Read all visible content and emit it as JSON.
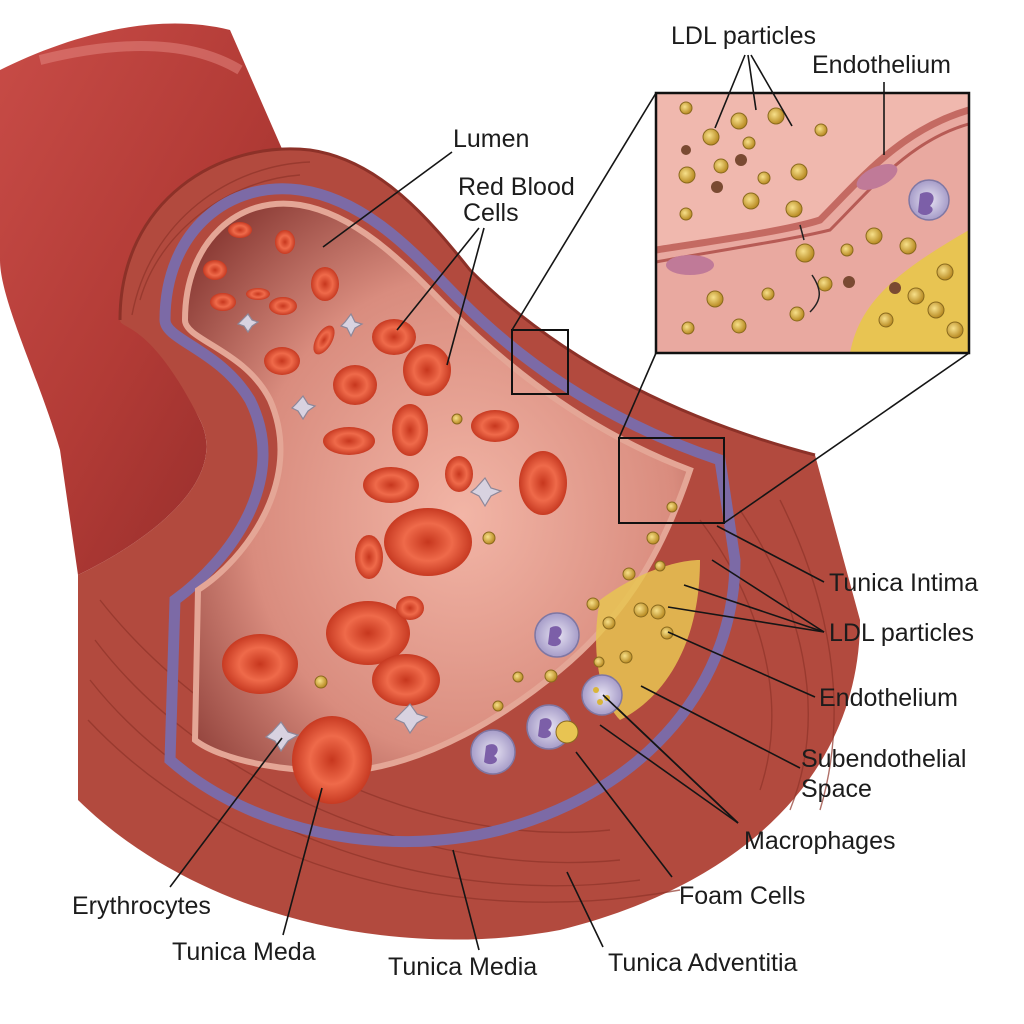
{
  "labels": {
    "lumen": "Lumen",
    "red_blood_cells_1": "Red Blood",
    "red_blood_cells_2": "Cells",
    "inset_ldl": "LDL particles",
    "inset_endothelium": "Endothelium",
    "tunica_intima": "Tunica Intima",
    "ldl_particles": "LDL particles",
    "endothelium": "Endothelium",
    "subendothelial_1": "Subendothelial",
    "subendothelial_2": "Space",
    "macrophages": "Macrophages",
    "foam_cells": "Foam Cells",
    "erythrocytes": "Erythrocytes",
    "tunica_meda": "Tunica Meda",
    "tunica_media": "Tunica Media",
    "tunica_adventitia": "Tunica Adventitia"
  },
  "colors": {
    "vessel_outer": "#b8403c",
    "media": "#a8463c",
    "intima_band": "#7c6aa6",
    "lumen_wall": "#e3998a",
    "rbc": "#d9482c",
    "ldl": "#d9b53a",
    "plaque": "#e8c452",
    "macrophage": "#c9c3df"
  }
}
